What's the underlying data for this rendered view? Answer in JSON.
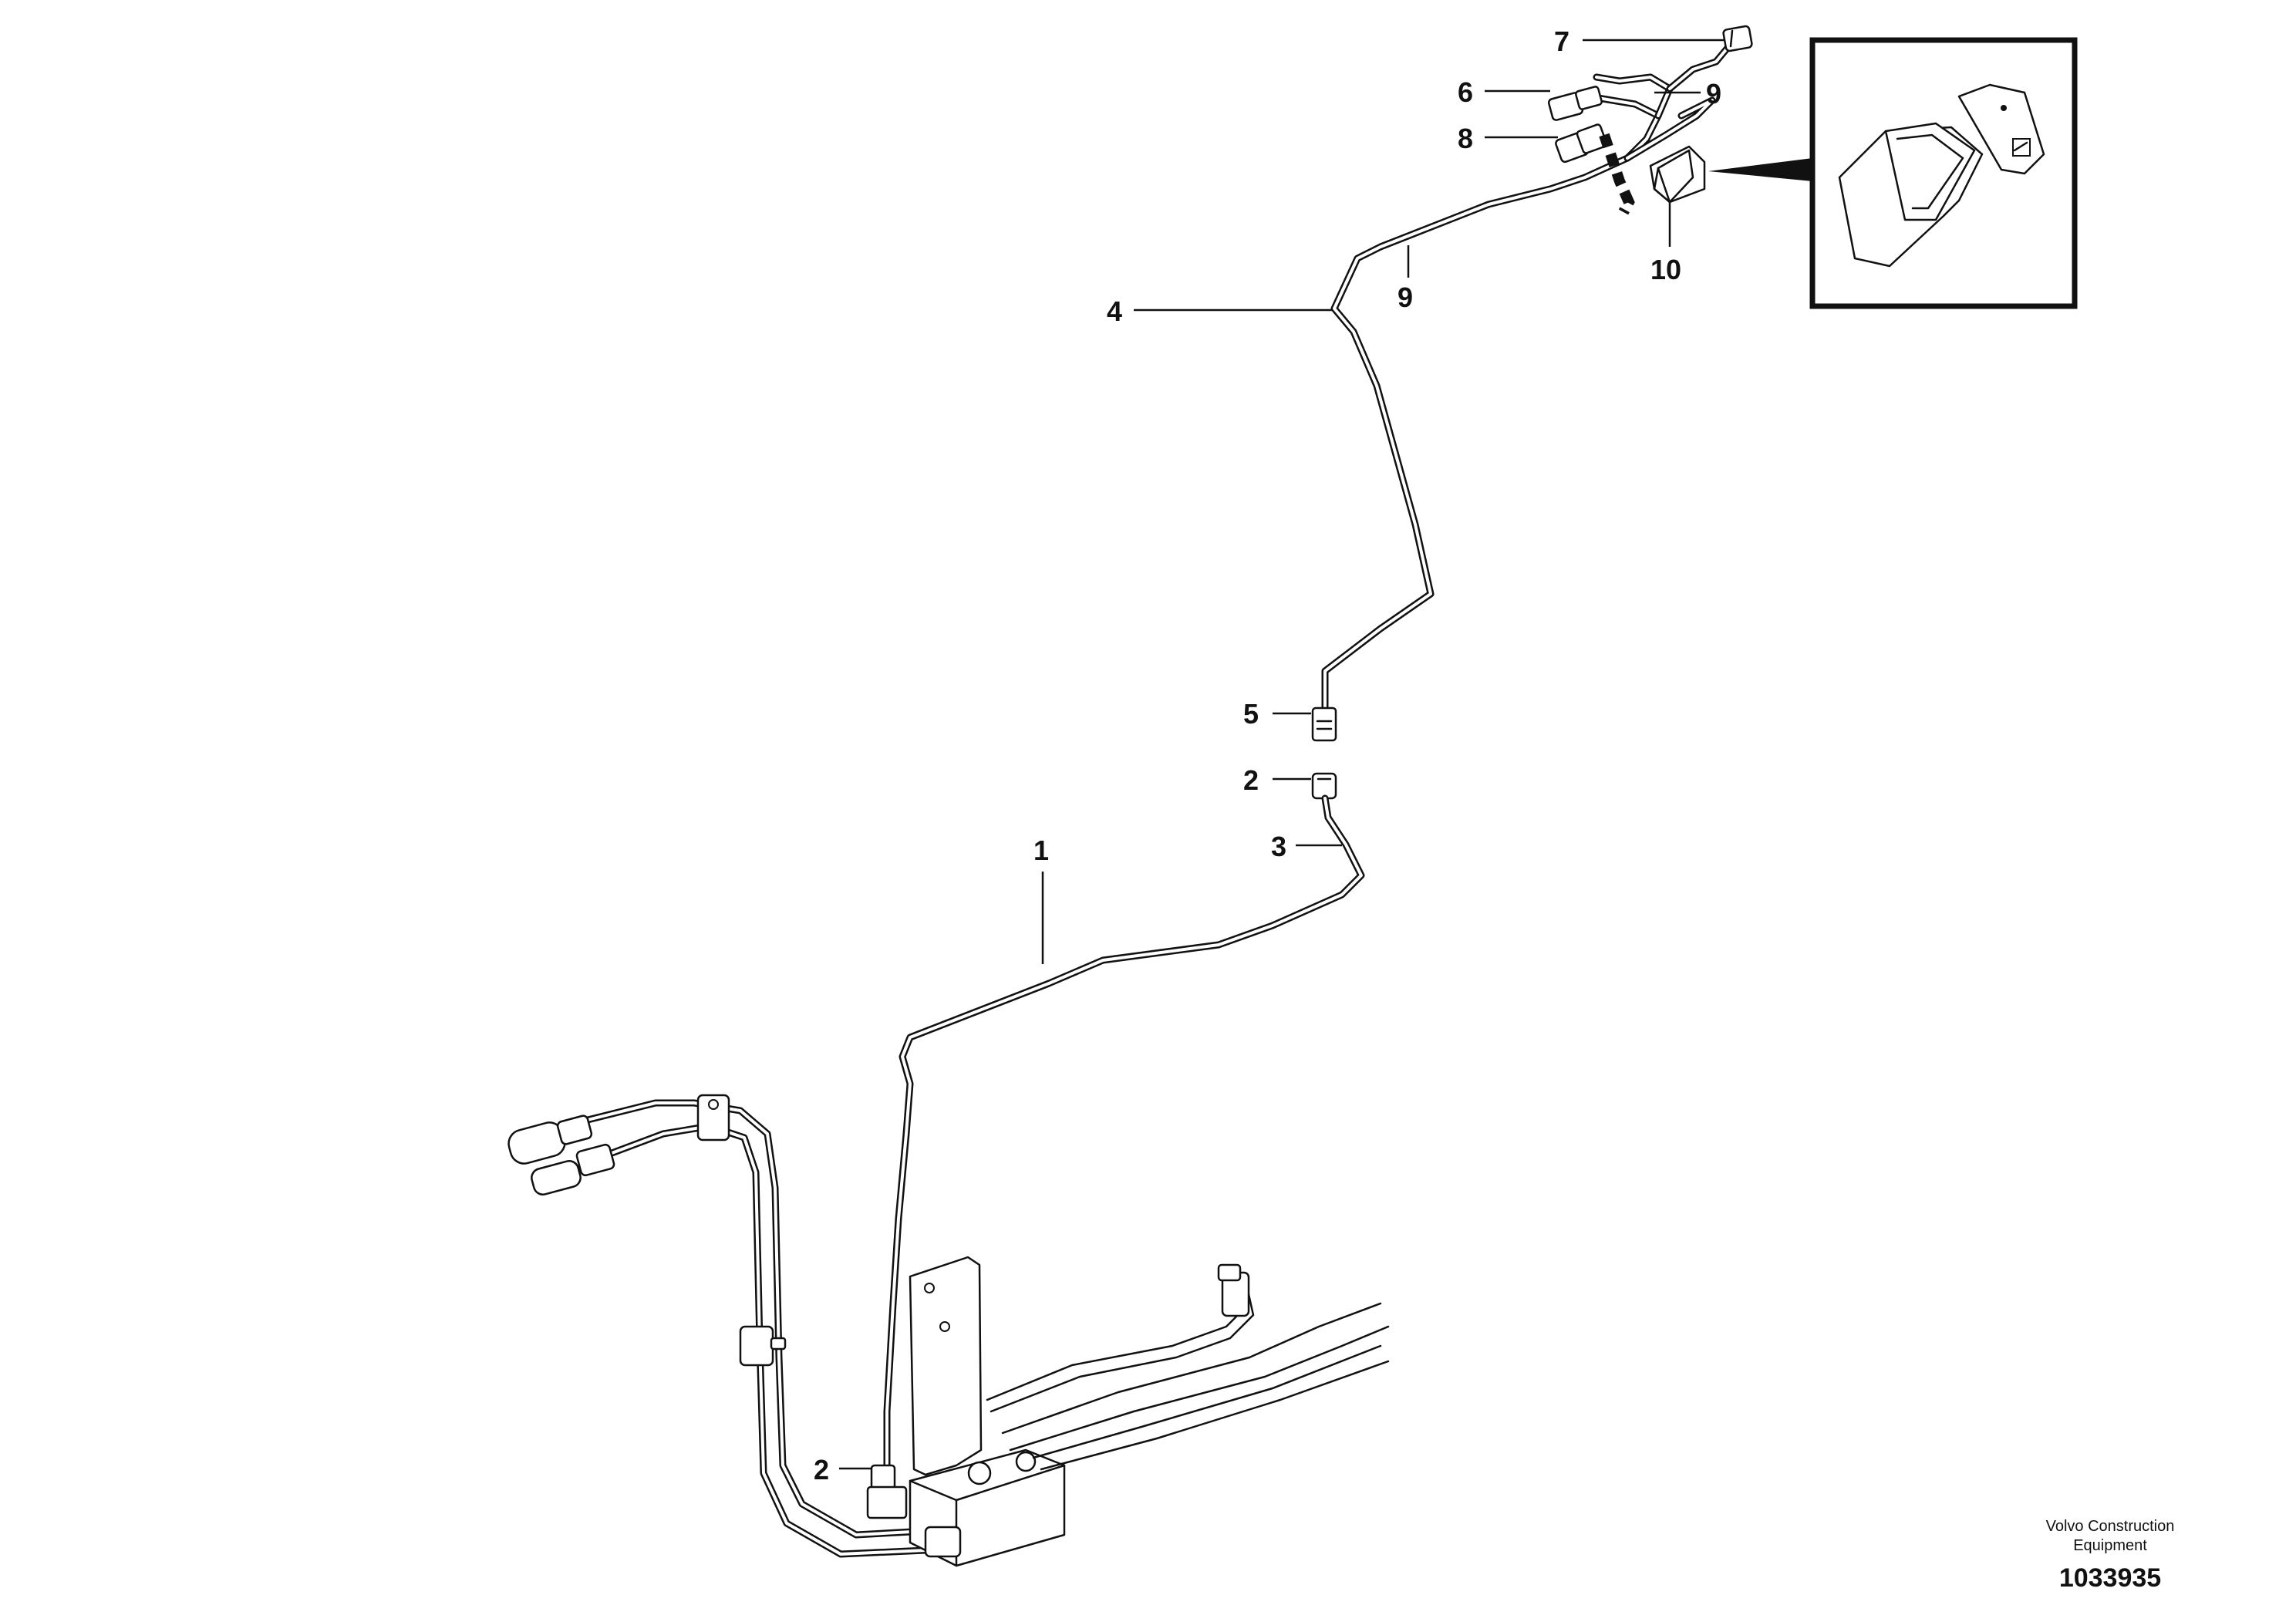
{
  "callouts": {
    "c1": "1",
    "c2_upper": "2",
    "c2_lower": "2",
    "c3": "3",
    "c4": "4",
    "c5": "5",
    "c6": "6",
    "c7": "7",
    "c8": "8",
    "c9_upper": "9",
    "c9_lower": "9",
    "c10": "10"
  },
  "footer": {
    "brand_line1": "Volvo Construction",
    "brand_line2": "Equipment",
    "document_number": "1033935"
  }
}
